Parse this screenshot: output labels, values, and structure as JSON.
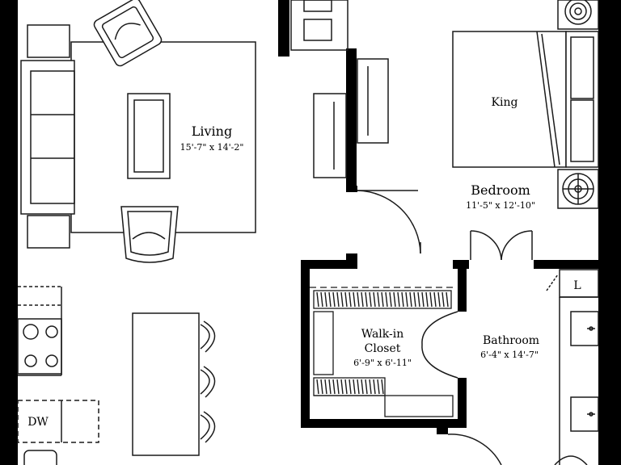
{
  "colors": {
    "wall": "#000000",
    "line": "#1a1a1a",
    "background": "#ffffff",
    "fixture_fill": "#ffffff"
  },
  "rooms": {
    "living": {
      "name": "Living",
      "dims": "15'-7\" x 14'-2\""
    },
    "bedroom": {
      "name": "Bedroom",
      "dims": "11'-5\" x 12'-10\""
    },
    "walk_in_closet": {
      "name_line1": "Walk-in",
      "name_line2": "Closet",
      "dims": "6'-9\" x 6'-11\""
    },
    "bathroom": {
      "name": "Bathroom",
      "dims": "6'-4\" x 14'-7\""
    }
  },
  "fixtures": {
    "bed_label": "King",
    "dishwasher_label": "DW",
    "laundry_label": "L"
  }
}
